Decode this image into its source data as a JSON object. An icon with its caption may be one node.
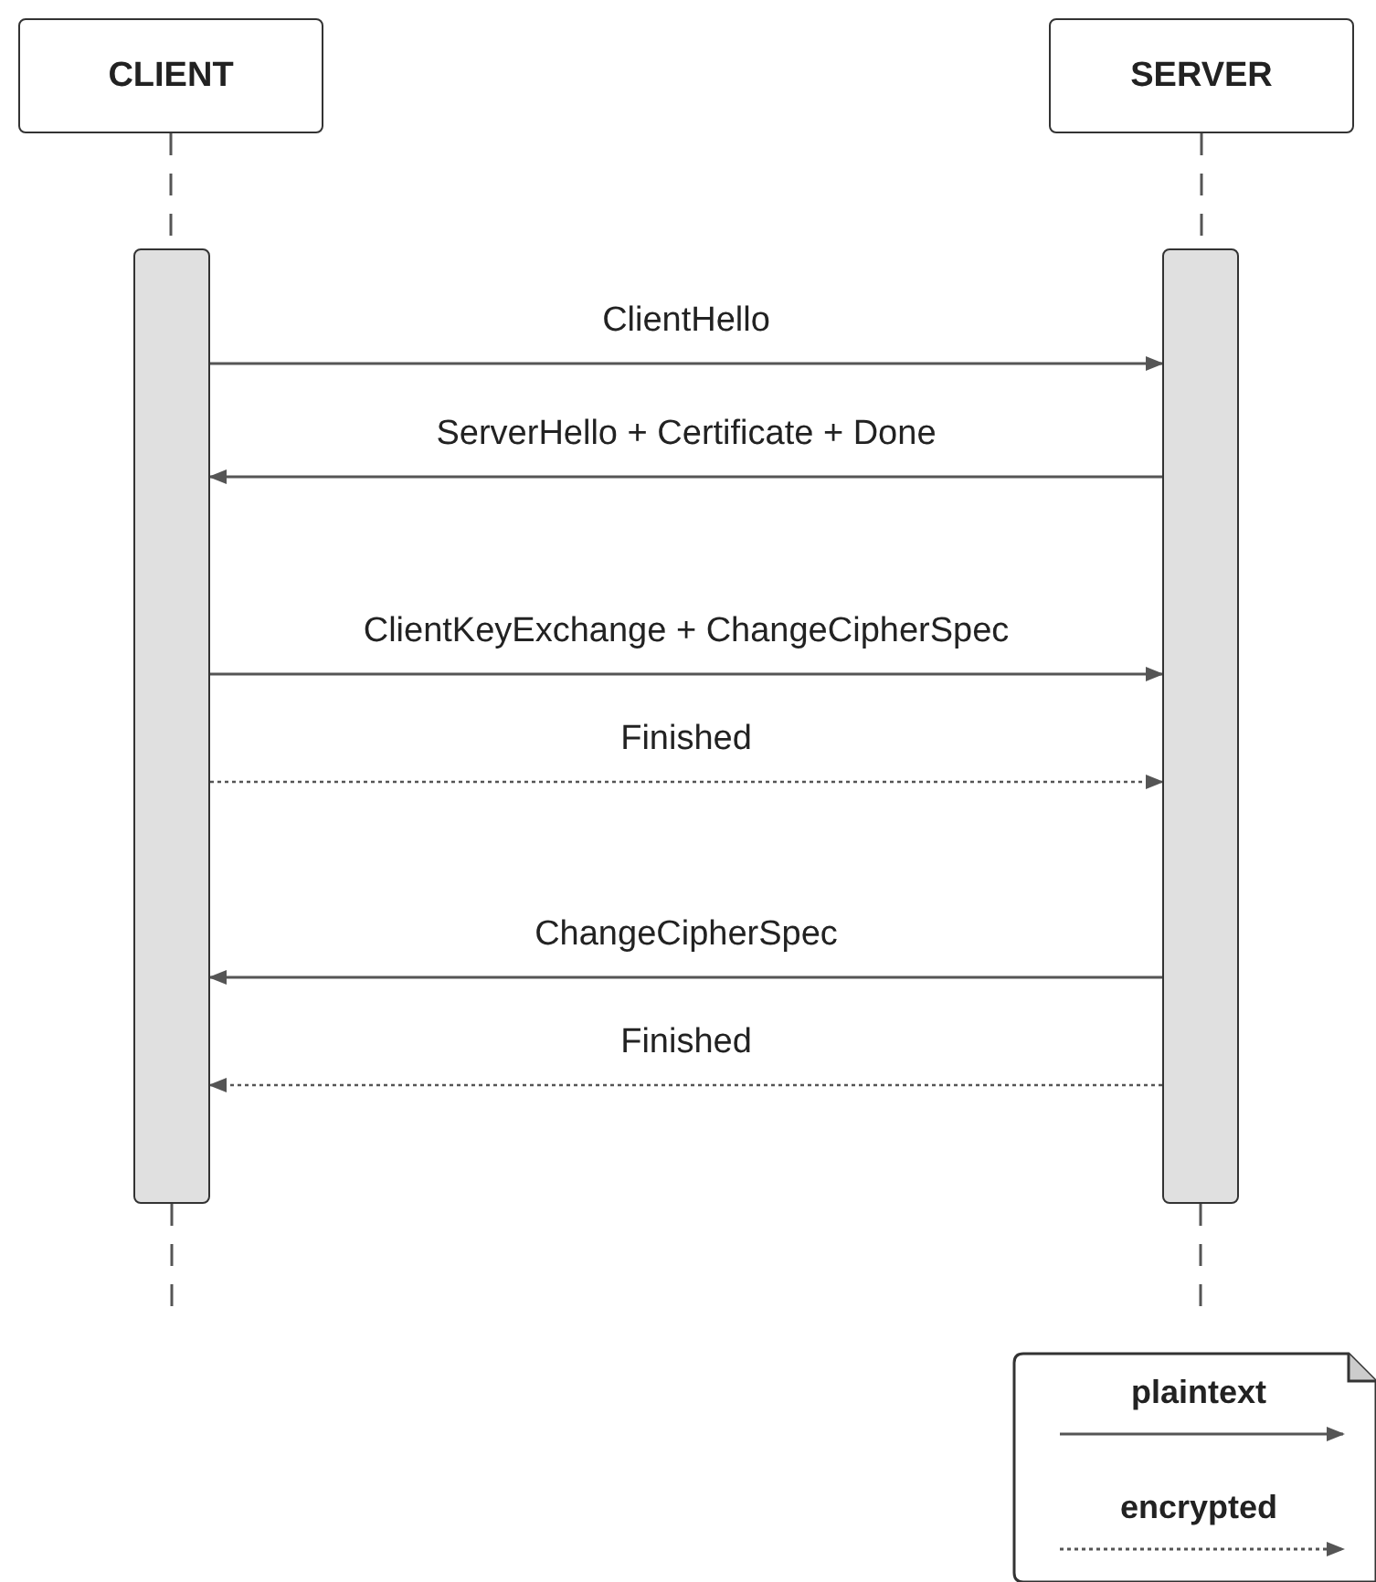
{
  "diagram": {
    "nodes": [
      {
        "text": [
          "CLIENT"
        ]
      },
      {
        "text": [
          "SERVER"
        ]
      },
      {
        "text": [],
        "shape": "bar"
      },
      {
        "text": [],
        "shape": "bar"
      }
    ],
    "edges": [
      {
        "from": 2,
        "to": 3,
        "arrow": "to",
        "label": "ClientHello"
      },
      {
        "from": 3,
        "to": 2,
        "arrow": "to",
        "label": "ServerHello + Certificate + Done"
      },
      {
        "from": 2,
        "to": 3,
        "arrow": "to",
        "label": "ClientKeyExchange + ChangeCipherSpec"
      },
      {
        "from": 2,
        "to": 3,
        "arrow": "to",
        "label": "Finished",
        "style": "dashed"
      },
      {
        "from": 3,
        "to": 2,
        "arrow": "to",
        "label": "ChangeCipherSpec"
      },
      {
        "from": 3,
        "to": 2,
        "arrow": "to",
        "label": "Finished",
        "style": "dashed"
      },
      {
        "from": 0,
        "to": 2,
        "arrow": "none",
        "style": "dashed"
      },
      {
        "from": 1,
        "to": 3,
        "arrow": "none",
        "style": "dashed"
      }
    ],
    "legend": [
      {
        "text": "plaintext"
      },
      {
        "text": "encrypted"
      }
    ]
  }
}
